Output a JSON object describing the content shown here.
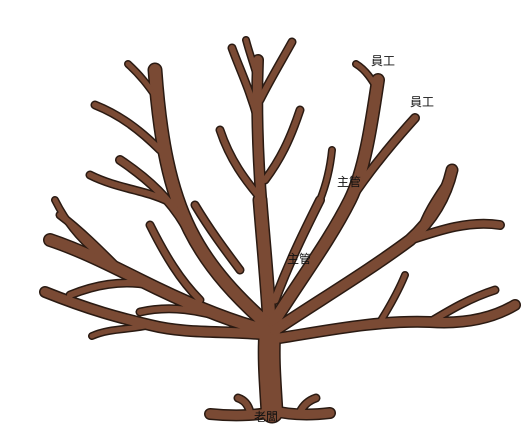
{
  "colors": {
    "bark": "#7a4a34",
    "outline": "#2a1a12",
    "background": "#ffffff"
  },
  "labels": {
    "employee_top": "員工",
    "employee_right": "員工",
    "manager_upper": "主管",
    "manager_lower": "主管",
    "boss": "老闆"
  }
}
